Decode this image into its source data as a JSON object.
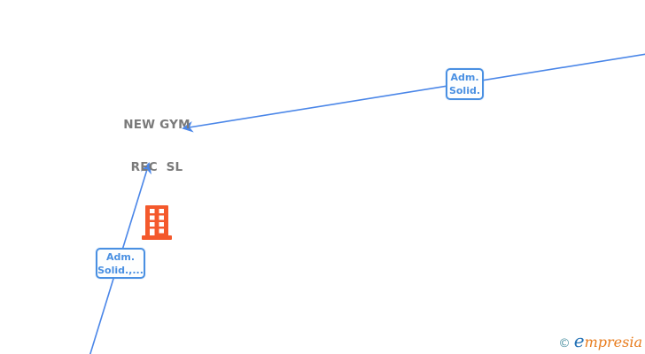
{
  "company": {
    "name_line1": "NEW GYM",
    "name_line2": "REC  SL",
    "icon": "building-icon"
  },
  "edges": [
    {
      "label_line1": "Adm.",
      "label_line2": "Solid."
    },
    {
      "label_line1": "Adm.",
      "label_line2": "Solid.,..."
    }
  ],
  "watermark": {
    "copyright_symbol": "©",
    "brand_initial": "e",
    "brand_rest": "mpresia"
  },
  "colors": {
    "edge_blue": "#4a86e8",
    "label_border_blue": "#4a90e2",
    "label_text_blue": "#4a90e2",
    "company_name_gray": "#7a7a7a",
    "building_orange": "#f4592c",
    "brand_blue": "#2170b5",
    "brand_orange": "#e87c1e",
    "copyright_teal": "#4f93a3"
  }
}
